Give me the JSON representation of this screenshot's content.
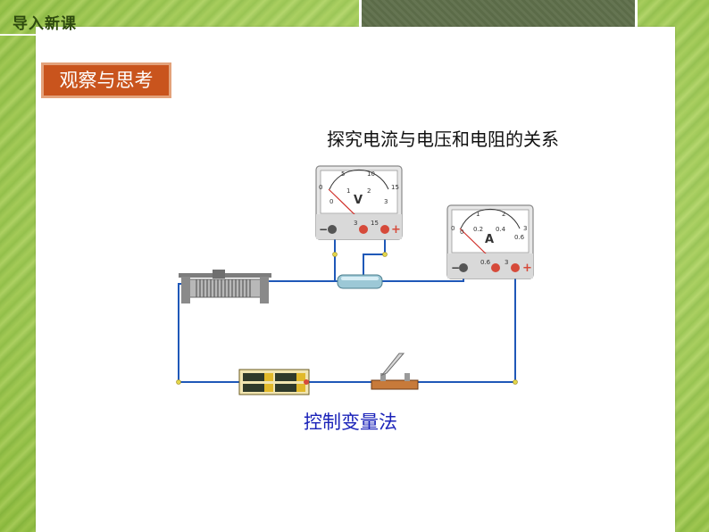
{
  "header": {
    "title": "导入新课"
  },
  "tag": {
    "label": "观察与思考"
  },
  "diagram": {
    "title": "探究电流与电压和电阻的关系",
    "method_label": "控制变量法"
  },
  "voltmeter": {
    "symbol": "V",
    "top_scale": [
      "0",
      "5",
      "10",
      "15"
    ],
    "bottom_scale": [
      "0",
      "1",
      "2",
      "3"
    ],
    "terminal_labels": [
      "−",
      "3",
      "15",
      "+"
    ]
  },
  "ammeter": {
    "symbol": "A",
    "top_scale": [
      "0",
      "1",
      "2",
      "3"
    ],
    "bottom_scale": [
      "0",
      "0.2",
      "0.4",
      "0.6"
    ],
    "terminal_labels": [
      "−",
      "0.6",
      "3",
      "+"
    ]
  },
  "colors": {
    "wire": "#1f58b8",
    "accent_tag": "#c9541d",
    "method_text": "#1b23b9",
    "terminal_red": "#d64a3a"
  },
  "icons": [
    "rheostat-icon",
    "resistor-icon",
    "battery-icon",
    "switch-icon",
    "voltmeter-icon",
    "ammeter-icon"
  ]
}
